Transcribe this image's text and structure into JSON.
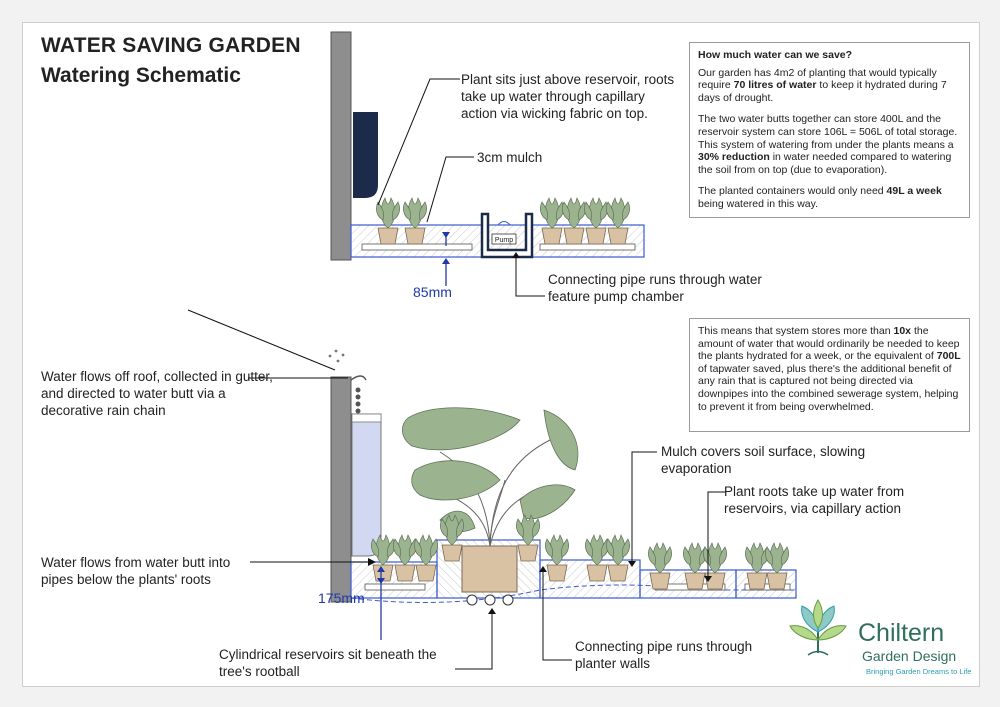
{
  "title": {
    "line1": "WATER SAVING GARDEN",
    "line2": "Watering Schematic"
  },
  "top_labels": {
    "plant_above_reservoir": "Plant sits just above reservoir, roots take up water through capillary action via wicking fabric on top.",
    "mulch": "3cm mulch",
    "connecting_pipe_pump": "Connecting pipe runs through water feature pump chamber",
    "pump": "Pump",
    "depth": "85mm"
  },
  "bottom_labels": {
    "roof_water": "Water flows off roof, collected in gutter, and directed to water butt via a decorative rain chain",
    "butt_to_pipes": "Water flows from water butt into pipes below the plants' roots",
    "depth": "175mm",
    "cylindrical": "Cylindrical reservoirs sit beneath the tree's rootball",
    "connecting_walls": "Connecting pipe runs through planter walls",
    "mulch_cover": "Mulch covers soil surface, slowing evaporation",
    "roots_capillary": "Plant roots take up water from reservoirs, via capillary action"
  },
  "info_box_1": {
    "heading": "How much water can we save?",
    "p1_a": "Our garden has 4m2 of planting that would typically require ",
    "p1_b": "70 litres of water",
    "p1_c": " to keep it hydrated during 7 days of drought.",
    "p2_a": "The two water butts together can store 400L and the reservoir system can store 106L = 506L  of total storage. This system of watering from under the plants means a ",
    "p2_b": "30% reduction",
    "p2_c": " in water needed compared to watering the soil from on top (due to evaporation).",
    "p3_a": "The planted containers would only need ",
    "p3_b": "49L a week",
    "p3_c": " being watered in this way."
  },
  "info_box_2": {
    "a": "This means that system stores more than ",
    "b": "10x",
    "c": " the amount of water that would ordinarily be needed to keep the plants hydrated for a week, or the equivalent of ",
    "d": "700L",
    "e": " of tapwater saved, plus there's the additional benefit of any rain that is captured not being directed via downpipes into the combined sewerage system, helping to prevent it from being overwhelmed."
  },
  "logo": {
    "name": "Chiltern",
    "subname": "Garden Design",
    "tagline": "Bringing Garden Dreams to Life"
  },
  "colors": {
    "accent_blue": "#1f3aa8",
    "leaf_green": "#9cb38f",
    "pot_tan": "#d9c2a4",
    "wall_grey": "#8e8e8e",
    "butt_navy": "#1c2b4a",
    "water_lilac": "#d2d8f2",
    "brand_green": "#2f6f5c"
  }
}
